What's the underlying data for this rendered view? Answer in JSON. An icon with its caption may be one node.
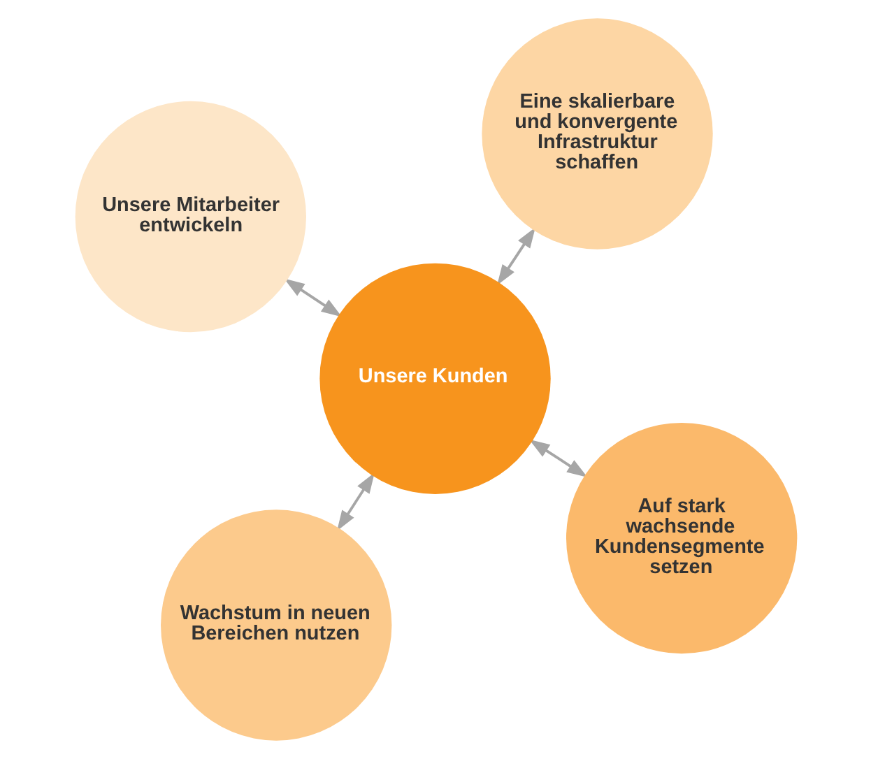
{
  "diagram": {
    "nodes": [
      {
        "text": [
          "Unsere Kunden"
        ]
      },
      {
        "text": [
          "Auf stark wachsende Kundensegmente setzen"
        ]
      },
      {
        "text": [
          "Wachstum in neuen Bereichen nutzen"
        ]
      },
      {
        "text": [
          "Unsere Mitarbeiter entwickeln"
        ]
      },
      {
        "text": [
          "Eine skalierbare und konvergente Infrastruktur schaffen"
        ]
      }
    ],
    "edges": [
      {
        "from": 0,
        "to": 1,
        "arrow": "both"
      },
      {
        "from": 0,
        "to": 2,
        "arrow": "both"
      },
      {
        "from": 0,
        "to": 3,
        "arrow": "both"
      },
      {
        "from": 0,
        "to": 4,
        "arrow": "both"
      }
    ]
  }
}
